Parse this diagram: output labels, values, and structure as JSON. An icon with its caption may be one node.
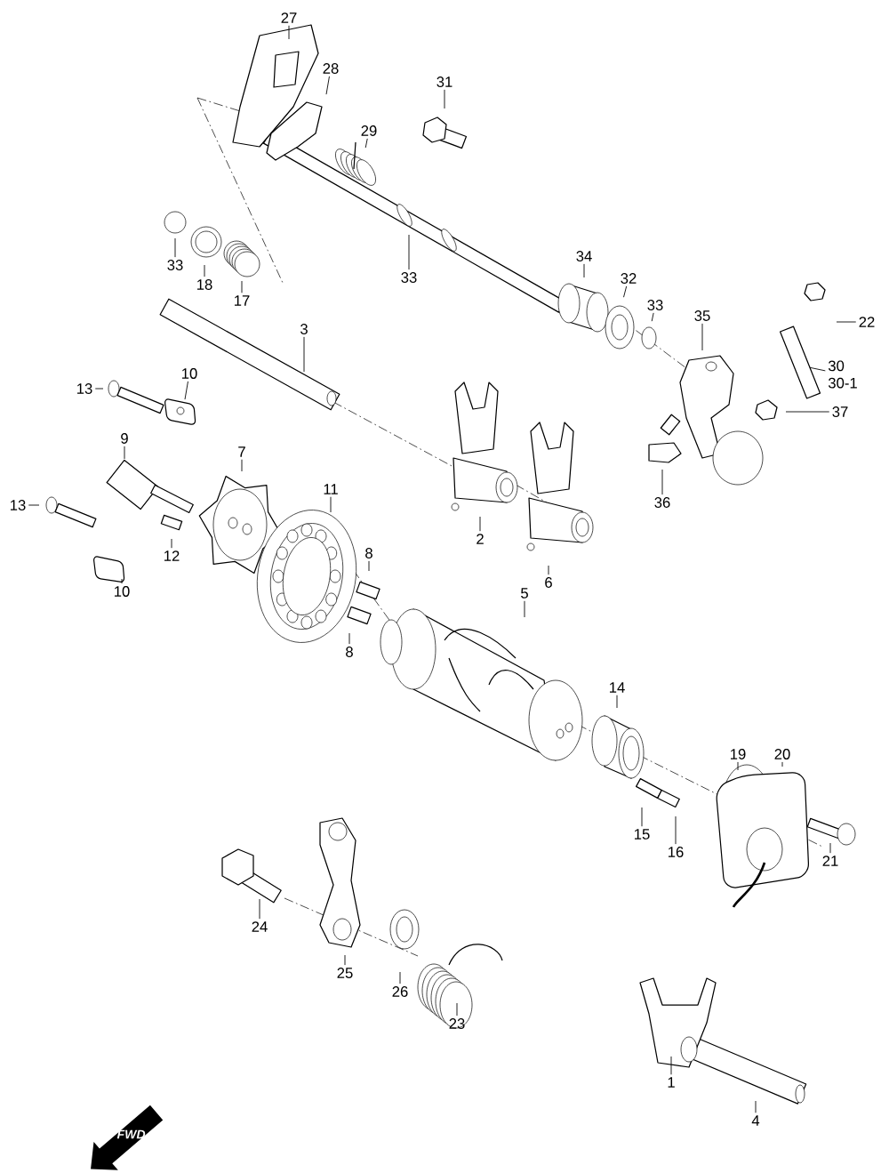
{
  "diagram": {
    "nodes": [
      {
        "text": [
          "27"
        ]
      },
      {
        "text": [
          "28"
        ]
      },
      {
        "text": [
          "31"
        ]
      },
      {
        "text": [
          "29"
        ]
      },
      {
        "text": [
          "33"
        ]
      },
      {
        "text": [
          "18"
        ]
      },
      {
        "text": [
          "17"
        ]
      },
      {
        "text": [
          "33"
        ]
      },
      {
        "text": [
          "34"
        ]
      },
      {
        "text": [
          "32"
        ]
      },
      {
        "text": [
          "33"
        ]
      },
      {
        "text": [
          "35"
        ]
      },
      {
        "text": [
          "22"
        ]
      },
      {
        "text": [
          "3"
        ]
      },
      {
        "text": [
          "30",
          "30-1"
        ]
      },
      {
        "text": [
          "13"
        ]
      },
      {
        "text": [
          "10"
        ]
      },
      {
        "text": [
          "37"
        ]
      },
      {
        "text": [
          "9"
        ]
      },
      {
        "text": [
          "7"
        ]
      },
      {
        "text": [
          "11"
        ]
      },
      {
        "text": [
          "36"
        ]
      },
      {
        "text": [
          "13"
        ]
      },
      {
        "text": [
          "2"
        ]
      },
      {
        "text": [
          "8"
        ]
      },
      {
        "text": [
          "12"
        ]
      },
      {
        "text": [
          "6"
        ]
      },
      {
        "text": [
          "10"
        ]
      },
      {
        "text": [
          "5"
        ]
      },
      {
        "text": [
          "8"
        ]
      },
      {
        "text": [
          "14"
        ]
      },
      {
        "text": [
          "19"
        ]
      },
      {
        "text": [
          "20"
        ]
      },
      {
        "text": [
          "15"
        ]
      },
      {
        "text": [
          "16"
        ]
      },
      {
        "text": [
          "21"
        ]
      },
      {
        "text": [
          "24"
        ]
      },
      {
        "text": [
          "25"
        ]
      },
      {
        "text": [
          "26"
        ]
      },
      {
        "text": [
          "23"
        ]
      },
      {
        "text": [
          "1"
        ]
      },
      {
        "text": [
          "4"
        ]
      }
    ],
    "edges": [
      {
        "from": 0,
        "to": null,
        "arrow": "none"
      },
      {
        "from": 1,
        "to": null,
        "arrow": "none"
      },
      {
        "from": 2,
        "to": null,
        "arrow": "none"
      },
      {
        "from": 3,
        "to": null,
        "arrow": "none"
      },
      {
        "from": 4,
        "to": null,
        "arrow": "none"
      },
      {
        "from": 5,
        "to": null,
        "arrow": "none"
      },
      {
        "from": 6,
        "to": null,
        "arrow": "none"
      },
      {
        "from": 7,
        "to": null,
        "arrow": "none"
      },
      {
        "from": 8,
        "to": null,
        "arrow": "none"
      },
      {
        "from": 9,
        "to": null,
        "arrow": "none"
      },
      {
        "from": 10,
        "to": null,
        "arrow": "none"
      },
      {
        "from": 11,
        "to": null,
        "arrow": "none"
      },
      {
        "from": 12,
        "to": null,
        "arrow": "none"
      },
      {
        "from": 13,
        "to": null,
        "arrow": "none"
      },
      {
        "from": 14,
        "to": null,
        "arrow": "none"
      },
      {
        "from": 15,
        "to": null,
        "arrow": "none"
      },
      {
        "from": 16,
        "to": null,
        "arrow": "none"
      },
      {
        "from": 17,
        "to": null,
        "arrow": "none"
      },
      {
        "from": 18,
        "to": null,
        "arrow": "none"
      },
      {
        "from": 19,
        "to": null,
        "arrow": "none"
      },
      {
        "from": 20,
        "to": null,
        "arrow": "none"
      },
      {
        "from": 21,
        "to": null,
        "arrow": "none"
      },
      {
        "from": 22,
        "to": null,
        "arrow": "none"
      },
      {
        "from": 23,
        "to": null,
        "arrow": "none"
      },
      {
        "from": 24,
        "to": null,
        "arrow": "none"
      },
      {
        "from": 25,
        "to": null,
        "arrow": "none"
      },
      {
        "from": 26,
        "to": null,
        "arrow": "none"
      },
      {
        "from": 27,
        "to": null,
        "arrow": "none"
      },
      {
        "from": 28,
        "to": null,
        "arrow": "none"
      },
      {
        "from": 29,
        "to": null,
        "arrow": "none"
      },
      {
        "from": 30,
        "to": null,
        "arrow": "none"
      },
      {
        "from": 31,
        "to": null,
        "arrow": "none"
      },
      {
        "from": 32,
        "to": null,
        "arrow": "none"
      },
      {
        "from": 33,
        "to": null,
        "arrow": "none"
      },
      {
        "from": 34,
        "to": null,
        "arrow": "none"
      },
      {
        "from": 35,
        "to": null,
        "arrow": "none"
      },
      {
        "from": 36,
        "to": null,
        "arrow": "none"
      },
      {
        "from": 37,
        "to": null,
        "arrow": "none"
      },
      {
        "from": 38,
        "to": null,
        "arrow": "none"
      },
      {
        "from": 39,
        "to": null,
        "arrow": "none"
      },
      {
        "from": 40,
        "to": null,
        "arrow": "none"
      },
      {
        "from": 41,
        "to": null,
        "arrow": "none"
      }
    ],
    "labels": [
      "FWD"
    ]
  }
}
